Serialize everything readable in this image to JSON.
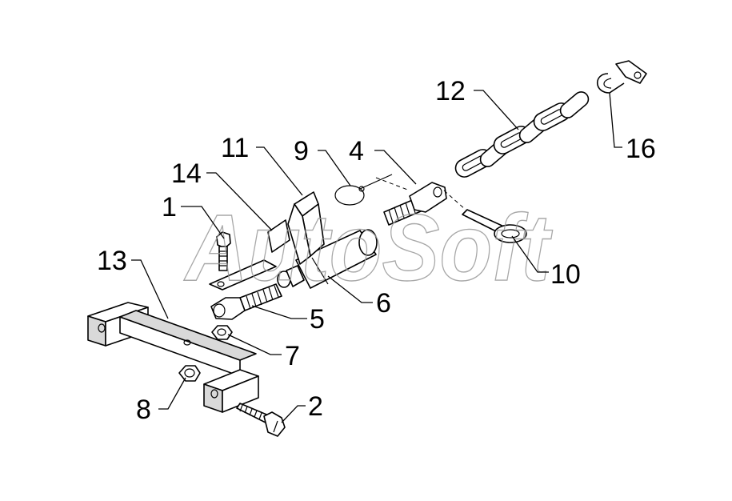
{
  "watermark": "AutoSoft",
  "callouts": [
    {
      "id": "c1",
      "label": "1"
    },
    {
      "id": "c2",
      "label": "2"
    },
    {
      "id": "c4",
      "label": "4"
    },
    {
      "id": "c5",
      "label": "5"
    },
    {
      "id": "c6",
      "label": "6"
    },
    {
      "id": "c7",
      "label": "7"
    },
    {
      "id": "c8",
      "label": "8"
    },
    {
      "id": "c9",
      "label": "9"
    },
    {
      "id": "c10",
      "label": "10"
    },
    {
      "id": "c11",
      "label": "11"
    },
    {
      "id": "c12",
      "label": "12"
    },
    {
      "id": "c13",
      "label": "13"
    },
    {
      "id": "c14",
      "label": "14"
    },
    {
      "id": "c16",
      "label": "16"
    }
  ]
}
